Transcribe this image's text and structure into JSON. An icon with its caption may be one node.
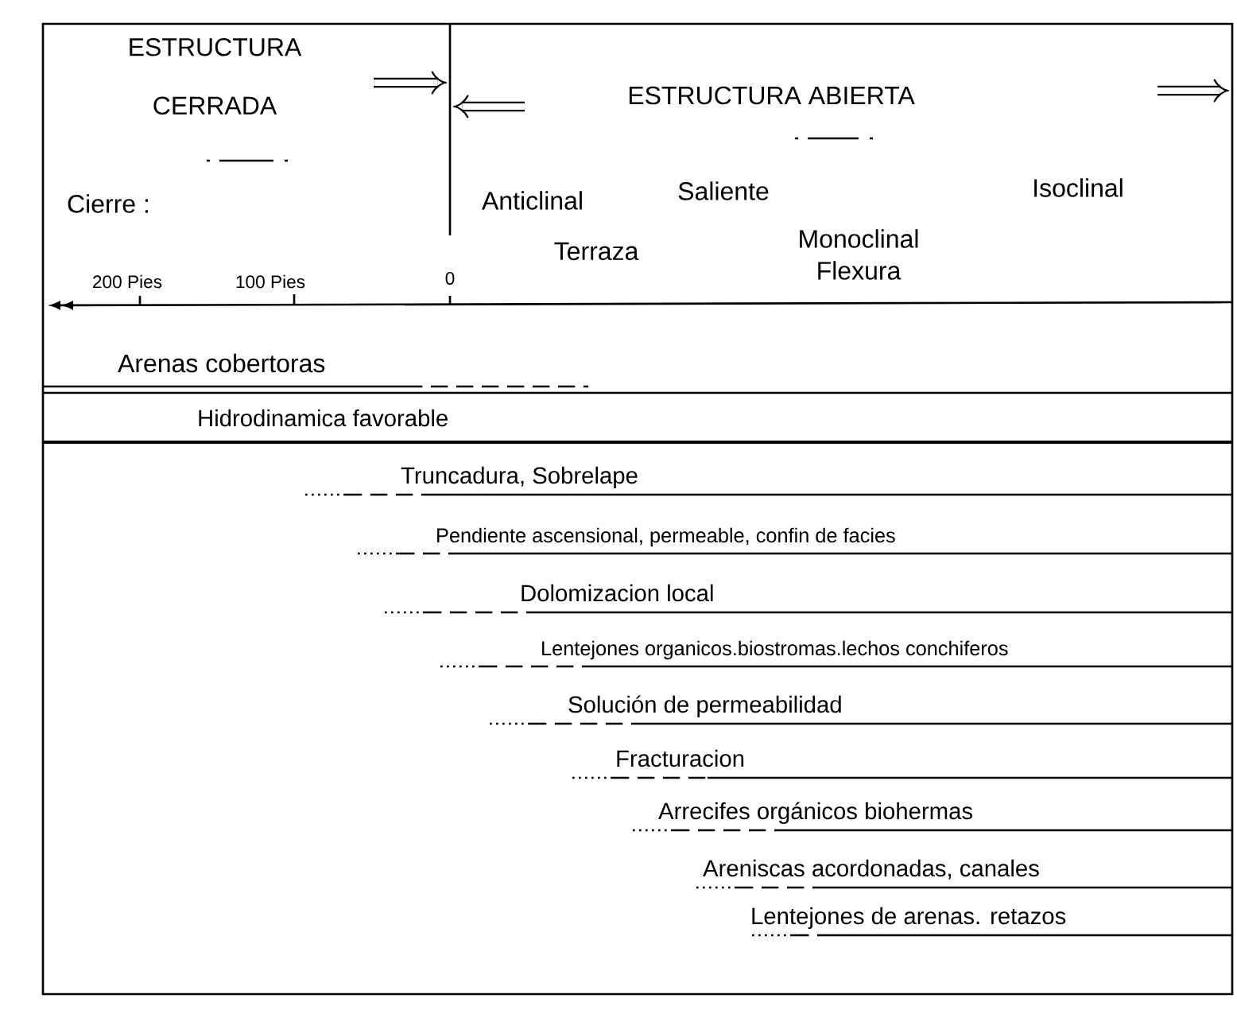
{
  "diagram": {
    "labels": [
      "ESTRUCTURA CERRADA",
      "ESTRUCTURA ABIERTA",
      "Cierre :",
      "Anticlinal",
      "Saliente",
      "Isoclinal",
      "Terraza",
      "Monoclinal",
      "Flexura",
      "200 Pies",
      "100 Pies",
      "0",
      "Arenas cobertoras",
      "Hidrodinamica favorable",
      "Truncadura, Sobrelape",
      "Pendiente ascensional, permeable, confin de facies",
      "Dolomizacion local",
      "Lentejones organicos.biostromas.lechos conchiferos",
      "Solución de permeabilidad",
      "Fracturacion",
      "Arrecifes orgánicos biohermas",
      "Areniscas acordonadas, canales",
      "Lentejones de arenas. retazos"
    ]
  }
}
